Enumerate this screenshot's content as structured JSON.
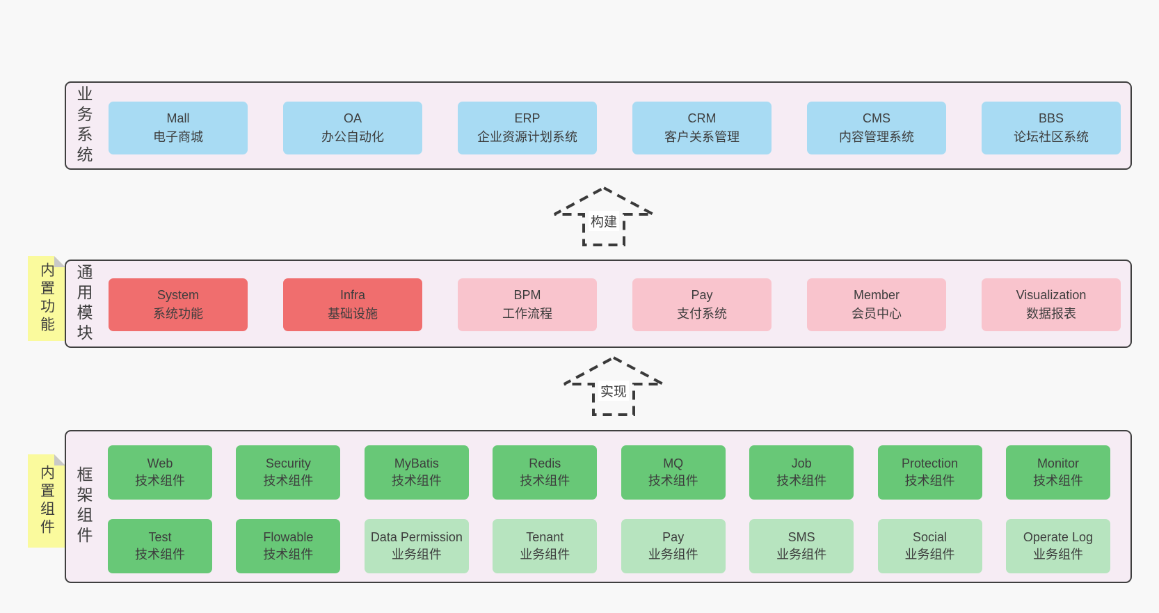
{
  "colors": {
    "page_bg": "#f8f8f8",
    "panel_bg": "#f6ecf4",
    "panel_border": "#3f3f3f",
    "text": "#3d3d3d",
    "blue_card": "#a8dbf3",
    "red_card": "#f06e6e",
    "pink_card": "#f9c4cd",
    "green_card": "#68c877",
    "light_green_card": "#b7e4bf",
    "sticky_bg": "#fafa9d",
    "sticky_fold": "#c8c8c8"
  },
  "arrows": [
    {
      "label": "构建"
    },
    {
      "label": "实现"
    }
  ],
  "layers": [
    {
      "side_label": "业务系统",
      "boxes": [
        {
          "title": "Mall",
          "subtitle": "电子商城",
          "variant": "blue"
        },
        {
          "title": "OA",
          "subtitle": "办公自动化",
          "variant": "blue"
        },
        {
          "title": "ERP",
          "subtitle": "企业资源计划系统",
          "variant": "blue"
        },
        {
          "title": "CRM",
          "subtitle": "客户关系管理",
          "variant": "blue"
        },
        {
          "title": "CMS",
          "subtitle": "内容管理系统",
          "variant": "blue"
        },
        {
          "title": "BBS",
          "subtitle": "论坛社区系统",
          "variant": "blue"
        }
      ]
    },
    {
      "side_label": "通用模块",
      "sticky_label": "内置功能",
      "boxes": [
        {
          "title": "System",
          "subtitle": "系统功能",
          "variant": "red"
        },
        {
          "title": "Infra",
          "subtitle": "基础设施",
          "variant": "red"
        },
        {
          "title": "BPM",
          "subtitle": "工作流程",
          "variant": "pink"
        },
        {
          "title": "Pay",
          "subtitle": "支付系统",
          "variant": "pink"
        },
        {
          "title": "Member",
          "subtitle": "会员中心",
          "variant": "pink"
        },
        {
          "title": "Visualization",
          "subtitle": "数据报表",
          "variant": "pink"
        }
      ]
    },
    {
      "side_label": "框架组件",
      "sticky_label": "内置组件",
      "rows": [
        [
          {
            "title": "Web",
            "subtitle": "技术组件",
            "variant": "green"
          },
          {
            "title": "Security",
            "subtitle": "技术组件",
            "variant": "green"
          },
          {
            "title": "MyBatis",
            "subtitle": "技术组件",
            "variant": "green"
          },
          {
            "title": "Redis",
            "subtitle": "技术组件",
            "variant": "green"
          },
          {
            "title": "MQ",
            "subtitle": "技术组件",
            "variant": "green"
          },
          {
            "title": "Job",
            "subtitle": "技术组件",
            "variant": "green"
          },
          {
            "title": "Protection",
            "subtitle": "技术组件",
            "variant": "green"
          },
          {
            "title": "Monitor",
            "subtitle": "技术组件",
            "variant": "green"
          }
        ],
        [
          {
            "title": "Test",
            "subtitle": "技术组件",
            "variant": "green"
          },
          {
            "title": "Flowable",
            "subtitle": "技术组件",
            "variant": "green"
          },
          {
            "title": "Data Permission",
            "subtitle": "业务组件",
            "variant": "light_green"
          },
          {
            "title": "Tenant",
            "subtitle": "业务组件",
            "variant": "light_green"
          },
          {
            "title": "Pay",
            "subtitle": "业务组件",
            "variant": "light_green"
          },
          {
            "title": "SMS",
            "subtitle": "业务组件",
            "variant": "light_green"
          },
          {
            "title": "Social",
            "subtitle": "业务组件",
            "variant": "light_green"
          },
          {
            "title": "Operate Log",
            "subtitle": "业务组件",
            "variant": "light_green"
          }
        ]
      ]
    }
  ]
}
